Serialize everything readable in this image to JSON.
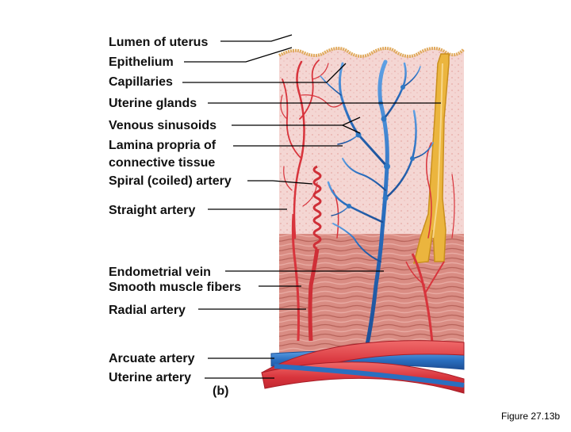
{
  "labels": {
    "lumen": "Lumen of uterus",
    "epithelium": "Epithelium",
    "capillaries": "Capillaries",
    "uterine_glands": "Uterine glands",
    "venous_sinusoids": "Venous sinusoids",
    "lamina_line1": "Lamina propria of",
    "lamina_line2": "connective tissue",
    "spiral_artery": "Spiral (coiled) artery",
    "straight_artery": "Straight artery",
    "endometrial_vein": "Endometrial vein",
    "smooth_muscle": "Smooth muscle fibers",
    "radial_artery": "Radial artery",
    "arcuate_artery": "Arcuate artery",
    "uterine_artery": "Uterine artery"
  },
  "panel_letter": "(b)",
  "caption": "Figure 27.13b",
  "colors": {
    "artery": "#e0474c",
    "vein": "#2f78c4",
    "gland": "#e8b33c",
    "endometrium": "#f2d2cf",
    "muscle": "#d98a80",
    "epithelium": "#e6b46a"
  }
}
